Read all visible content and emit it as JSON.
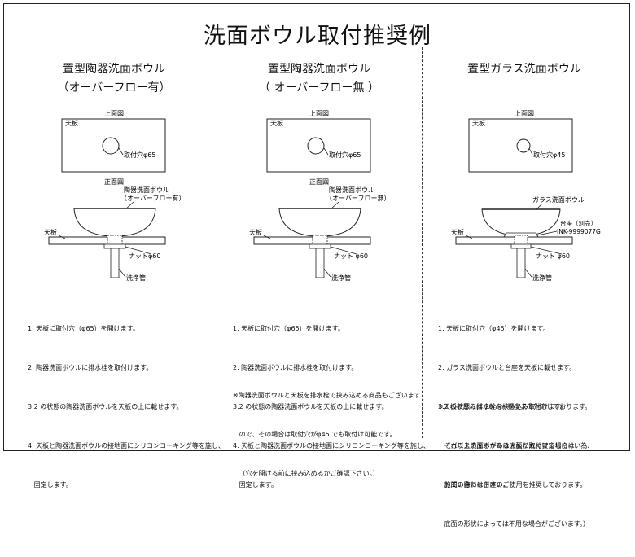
{
  "title": "洗面ボウル取付推奨例",
  "columns": [
    {
      "heading": "置型陶器洗面ボウル",
      "subheading": "（オーバーフロー有）",
      "top_view_label": "上面図",
      "counter_label": "天板",
      "hole_label": "取付穴φ65",
      "front_view_label": "正面図",
      "bowl_label_1": "陶器洗面ボウル",
      "bowl_label_2": "（オーバーフロー有）",
      "counter_side_label": "天板",
      "nut_label": "ナットφ60",
      "pipe_label": "洗浄管",
      "notes": [
        "1. 天板に取付穴（φ65）を開けます。",
        "2. 陶器洗面ボウルに排水栓を取付けます。",
        "3.2 の状態の陶器洗面ボウルを天板の上に載せます。",
        "4. 天板と陶器洗面ボウルの接地面にシリコンコーキング等を施し、",
        "   固定します。"
      ],
      "extra_notes": []
    },
    {
      "heading": "置型陶器洗面ボウル",
      "subheading": "（ オーバーフロー無 ）",
      "top_view_label": "上面図",
      "counter_label": "天板",
      "hole_label": "取付穴φ65",
      "front_view_label": "正面図",
      "bowl_label_1": "陶器洗面ボウル",
      "bowl_label_2": "（オーバーフロー無）",
      "counter_side_label": "天板",
      "nut_label": "ナット φ60",
      "pipe_label": "洗浄管",
      "notes": [
        "1. 天板に取付穴（φ65）を開けます。",
        "2. 陶器洗面ボウルに排水栓を取付けます。",
        "3.2 の状態の陶器洗面ボウルを天板の上に載せます。",
        "4. 天板と陶器洗面ボウルの接地面にシリコンコーキング等を施し、",
        "   固定します。"
      ],
      "extra_notes": [
        "※陶器洗面ボウルと天板を排水栓で挟み込める商品もございます",
        "   ので、その場合は取付穴がφ45 でも取付け可能です。",
        "   （穴を開ける前に挟み込めるかご確認下さい。）"
      ]
    },
    {
      "heading": "置型ガラス洗面ボウル",
      "subheading": "",
      "top_view_label": "上面図",
      "counter_label": "天板",
      "hole_label": "取付穴φ45",
      "front_view_label": "",
      "bowl_label_1": "ガラス洗面ボウル",
      "bowl_label_2": "",
      "pedestal_label_1": "台座（別売）",
      "pedestal_label_2": "INK-9999077G",
      "counter_side_label": "天板",
      "nut_label": "ナット φ60",
      "pipe_label": "洗浄管",
      "notes": [
        "1. 天板に取付穴（φ45）を開けます。",
        "2. ガラス洗面ボウルと台座を天板に載せます。",
        "3.2 の状態に排水栓を挟み込み取付けます。",
        "   （ガラス洗面ボウルは底面が丸く安定しにくい為、",
        "   施工の際には台座のご使用を推奨しております。",
        "   底面の形状によっては不用な場合がございます。）"
      ],
      "extra_notes": [
        "※天板の厚みは 20mm 程度まで対応しております。",
        "   それ以上の厚みがある天板に取付ける場合は、",
        "   お問い合わせ下さい。"
      ]
    }
  ]
}
